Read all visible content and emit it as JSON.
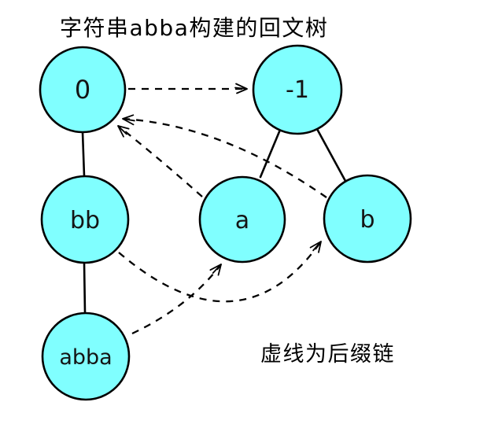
{
  "title": "字符串abba构建的回文树",
  "caption": "虚线为后缀链",
  "colors": {
    "node_fill": "#80FFFF",
    "node_stroke": "#000000",
    "edge": "#000000",
    "background": "#FFFFFF"
  },
  "nodes": [
    {
      "id": "root0",
      "label": "0"
    },
    {
      "id": "rootm1",
      "label": "-1"
    },
    {
      "id": "bb",
      "label": "bb"
    },
    {
      "id": "a",
      "label": "a"
    },
    {
      "id": "b",
      "label": "b"
    },
    {
      "id": "abba",
      "label": "abba"
    }
  ],
  "tree_edges": [
    {
      "from": "0",
      "to": "bb"
    },
    {
      "from": "bb",
      "to": "abba"
    },
    {
      "from": "-1",
      "to": "a"
    },
    {
      "from": "-1",
      "to": "b"
    }
  ],
  "suffix_links": [
    {
      "from": "0",
      "to": "-1"
    },
    {
      "from": "a",
      "to": "0"
    },
    {
      "from": "b",
      "to": "0"
    },
    {
      "from": "bb",
      "to": "b"
    },
    {
      "from": "abba",
      "to": "a"
    }
  ]
}
